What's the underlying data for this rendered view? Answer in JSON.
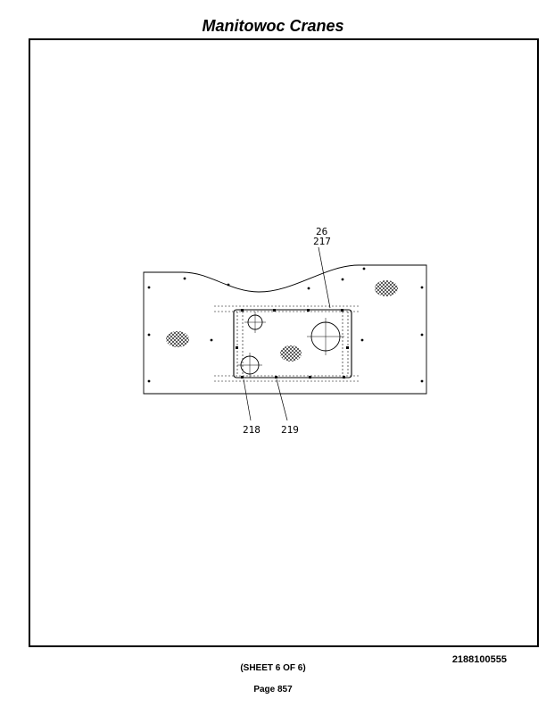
{
  "header": {
    "title": "Manitowoc Cranes"
  },
  "drawing": {
    "callouts": {
      "top_1": "26",
      "top_2": "217",
      "bottom_left": "218",
      "bottom_right": "219"
    }
  },
  "footer": {
    "drawing_number": "2188100555",
    "sheet": "(SHEET 6 OF 6)",
    "page": "Page 857"
  },
  "colors": {
    "ink": "#000000",
    "paper": "#ffffff"
  }
}
